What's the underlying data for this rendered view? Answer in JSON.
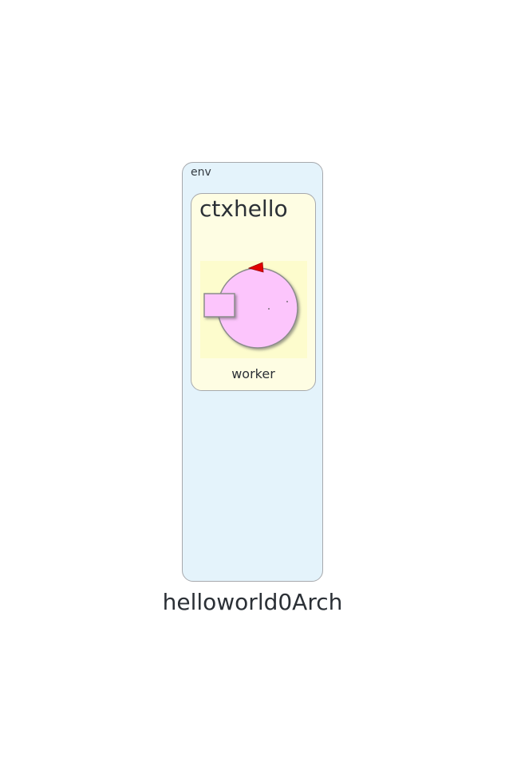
{
  "diagram": {
    "title": "helloworld0Arch",
    "environment": {
      "label": "env",
      "context": {
        "label": "ctxhello",
        "actor": {
          "label": "worker"
        }
      }
    }
  },
  "colors": {
    "env_fill": "#e4f3fb",
    "context_fill": "#fefde3",
    "actor_fill": "#fcc5fc",
    "marker": "#e20000",
    "border": "#a7a9ad"
  }
}
